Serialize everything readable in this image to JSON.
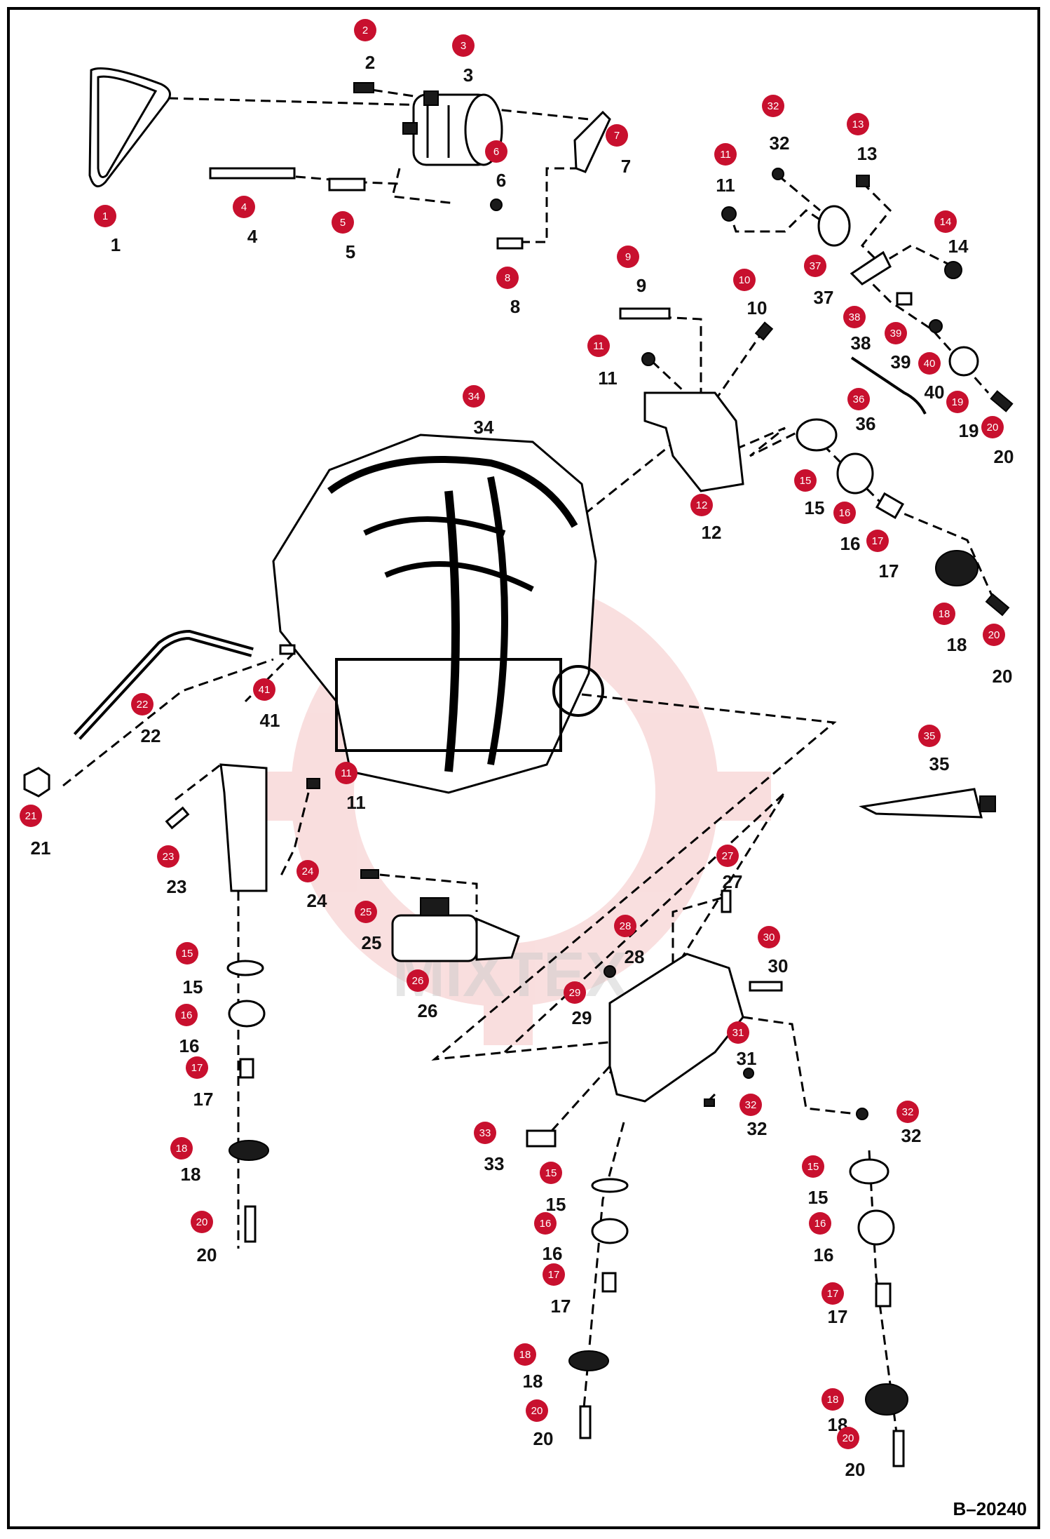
{
  "reference_code": "B–20240",
  "watermark_text": "MIXTEX",
  "colors": {
    "callout": "#c8102e",
    "line": "#000000",
    "watermark": "#e05050"
  },
  "callouts": [
    {
      "n": "1"
    },
    {
      "n": "2"
    },
    {
      "n": "3"
    },
    {
      "n": "4"
    },
    {
      "n": "5"
    },
    {
      "n": "6"
    },
    {
      "n": "7"
    },
    {
      "n": "8"
    },
    {
      "n": "9"
    },
    {
      "n": "10"
    },
    {
      "n": "11"
    },
    {
      "n": "11"
    },
    {
      "n": "11"
    },
    {
      "n": "12"
    },
    {
      "n": "13"
    },
    {
      "n": "14"
    },
    {
      "n": "15"
    },
    {
      "n": "15"
    },
    {
      "n": "15"
    },
    {
      "n": "15"
    },
    {
      "n": "16"
    },
    {
      "n": "16"
    },
    {
      "n": "16"
    },
    {
      "n": "16"
    },
    {
      "n": "17"
    },
    {
      "n": "17"
    },
    {
      "n": "17"
    },
    {
      "n": "17"
    },
    {
      "n": "18"
    },
    {
      "n": "18"
    },
    {
      "n": "18"
    },
    {
      "n": "18"
    },
    {
      "n": "19"
    },
    {
      "n": "20"
    },
    {
      "n": "20"
    },
    {
      "n": "20"
    },
    {
      "n": "20"
    },
    {
      "n": "20"
    },
    {
      "n": "21"
    },
    {
      "n": "22"
    },
    {
      "n": "23"
    },
    {
      "n": "24"
    },
    {
      "n": "25"
    },
    {
      "n": "26"
    },
    {
      "n": "27"
    },
    {
      "n": "28"
    },
    {
      "n": "29"
    },
    {
      "n": "30"
    },
    {
      "n": "31"
    },
    {
      "n": "32"
    },
    {
      "n": "32"
    },
    {
      "n": "32"
    },
    {
      "n": "33"
    },
    {
      "n": "34"
    },
    {
      "n": "35"
    },
    {
      "n": "36"
    },
    {
      "n": "37"
    },
    {
      "n": "38"
    },
    {
      "n": "39"
    },
    {
      "n": "40"
    },
    {
      "n": "41"
    }
  ]
}
